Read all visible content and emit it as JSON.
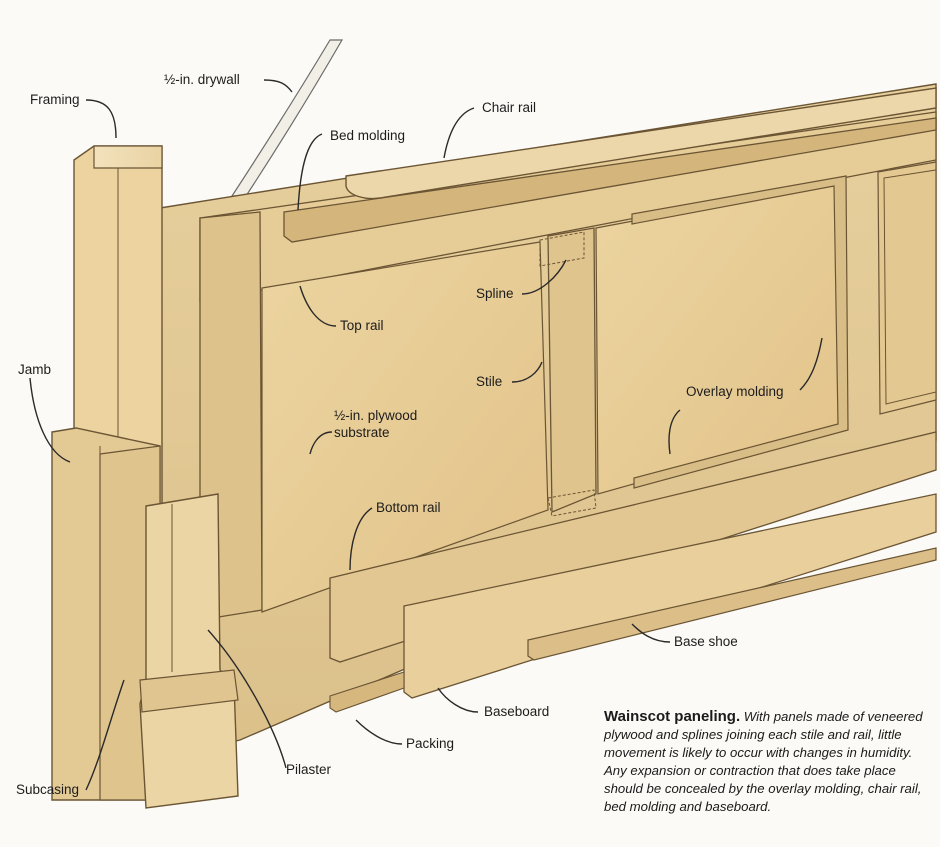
{
  "labels": {
    "framing": "Framing",
    "drywall": "½-in. drywall",
    "chair_rail": "Chair rail",
    "bed_molding": "Bed molding",
    "top_rail": "Top rail",
    "spline": "Spline",
    "jamb": "Jamb",
    "stile": "Stile",
    "plywood_line1": "½-in. plywood",
    "plywood_line2": "substrate",
    "overlay_molding": "Overlay molding",
    "bottom_rail": "Bottom rail",
    "base_shoe": "Base shoe",
    "baseboard": "Baseboard",
    "packing": "Packing",
    "pilaster": "Pilaster",
    "subcasing": "Subcasing"
  },
  "caption": {
    "title": "Wainscot paneling.",
    "body": "With panels made of veneered plywood and splines joining each stile and rail, little movement is likely to occur with changes in humidity. Any expansion or contraction that does take place should be concealed by the overlay molding, chair rail, bed molding and baseboard."
  },
  "colors": {
    "wood_light": "#e9d4a4",
    "wood_mid": "#dcc08a",
    "wood_dark": "#b89a62",
    "outline": "#6b5534",
    "background": "#fbfaf6"
  }
}
